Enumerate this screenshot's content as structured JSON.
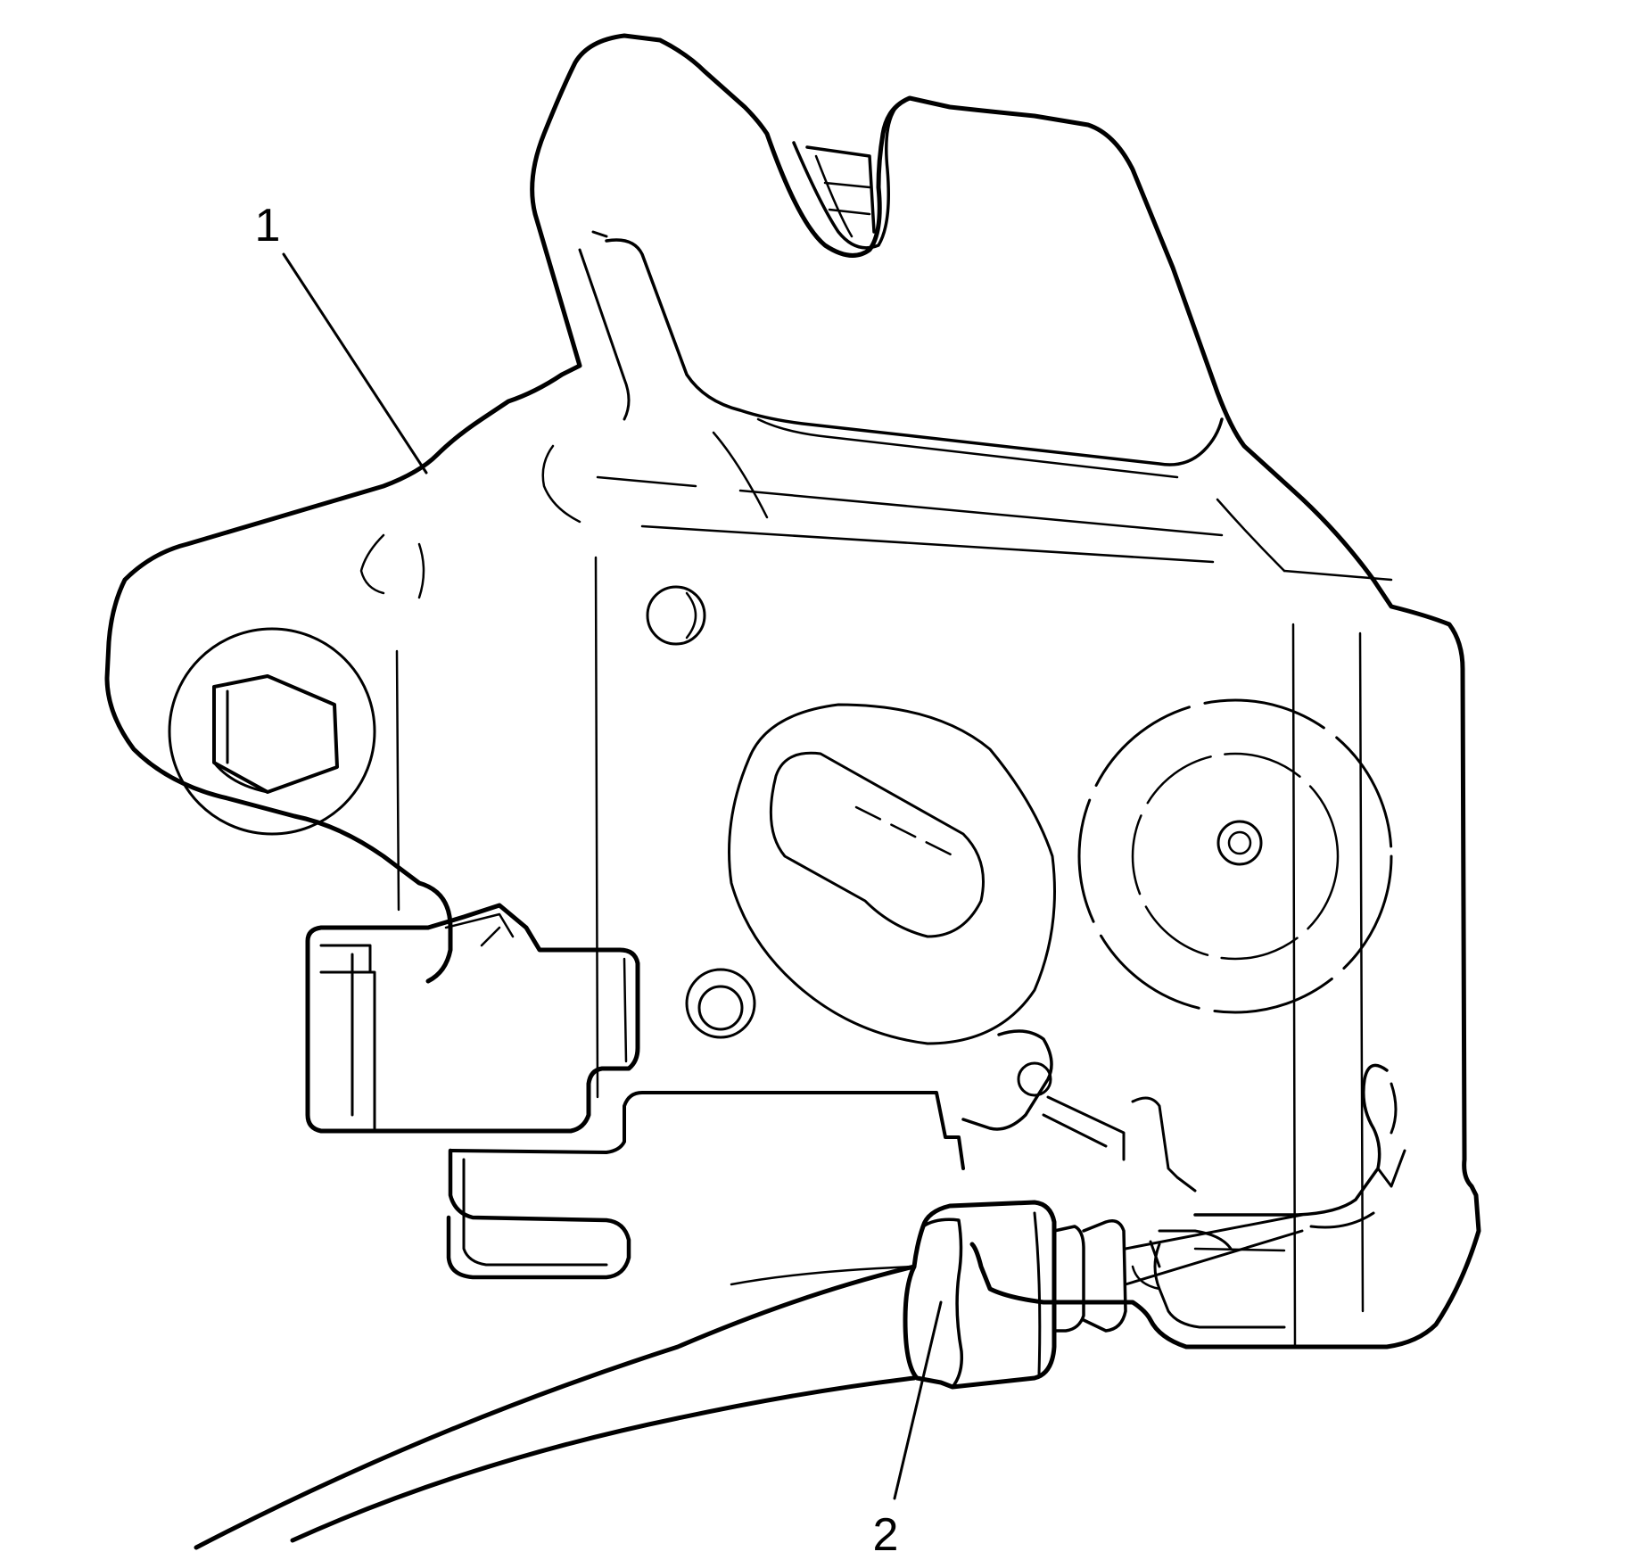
{
  "diagram": {
    "line_color": "#000000",
    "background": "#ffffff",
    "callouts": [
      {
        "id": "1",
        "label": "1"
      },
      {
        "id": "2",
        "label": "2"
      }
    ]
  }
}
